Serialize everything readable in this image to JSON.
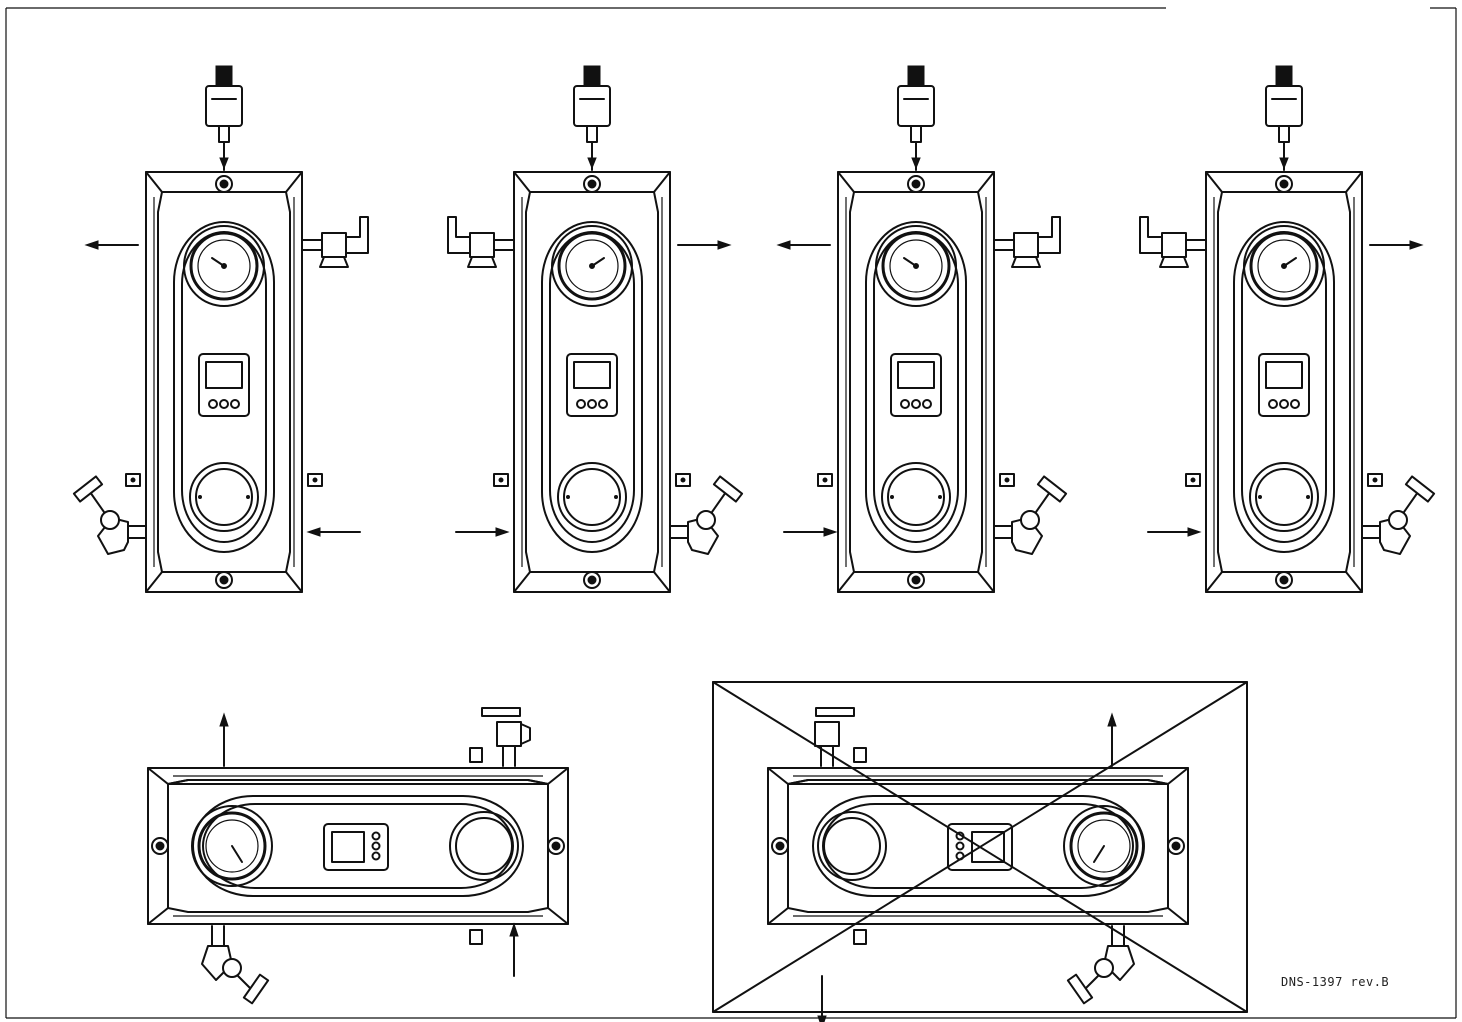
{
  "drawing": {
    "reference": "DNS-1397 rev.B"
  },
  "views": [
    {
      "id": "vertical-1",
      "orientation": "vertical",
      "mirrored": false,
      "prohibited": false
    },
    {
      "id": "vertical-2",
      "orientation": "vertical",
      "mirrored": true,
      "prohibited": false
    },
    {
      "id": "vertical-3",
      "orientation": "vertical",
      "mirrored": false,
      "prohibited": false
    },
    {
      "id": "vertical-4",
      "orientation": "vertical",
      "mirrored": true,
      "prohibited": false
    },
    {
      "id": "horizontal-1",
      "orientation": "horizontal",
      "mirrored": false,
      "prohibited": false
    },
    {
      "id": "horizontal-2",
      "orientation": "horizontal",
      "mirrored": true,
      "prohibited": true
    }
  ],
  "colors": {
    "line": "#111111",
    "background": "#ffffff"
  }
}
